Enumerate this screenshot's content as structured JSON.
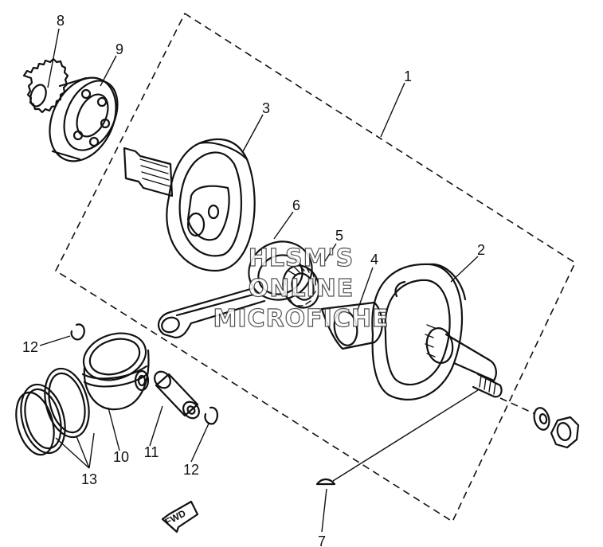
{
  "diagram": {
    "callouts": {
      "c1": "1",
      "c2": "2",
      "c3": "3",
      "c4": "4",
      "c5": "5",
      "c6": "6",
      "c7": "7",
      "c8": "8",
      "c9": "9",
      "c10": "10",
      "c11": "11",
      "c12a": "12",
      "c12b": "12",
      "c13": "13"
    },
    "watermark": {
      "line1": "HLSM'S",
      "line2": "ONLINE",
      "line3": "MICROFICHE"
    },
    "fwd_label": "FWD"
  }
}
